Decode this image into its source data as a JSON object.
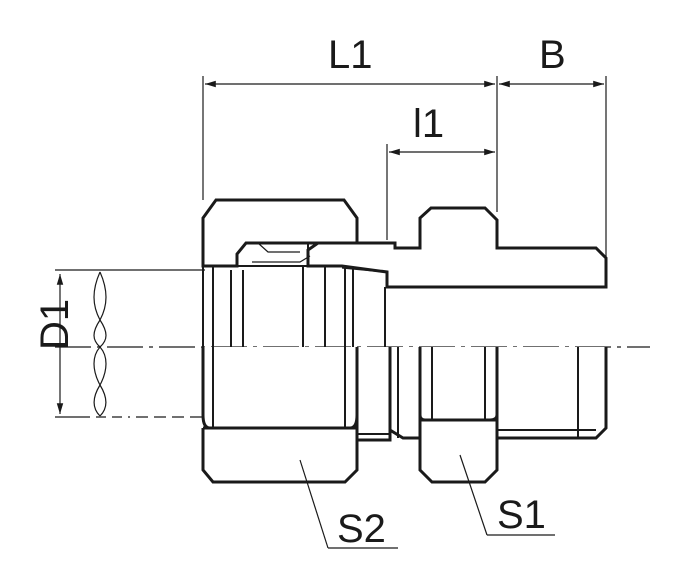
{
  "labels": {
    "L1": "L1",
    "B": "B",
    "l1": "l1",
    "D1": "D1",
    "S2": "S2",
    "S1": "S1"
  },
  "colors": {
    "line": "#1a1a1a",
    "background": "#ffffff"
  }
}
